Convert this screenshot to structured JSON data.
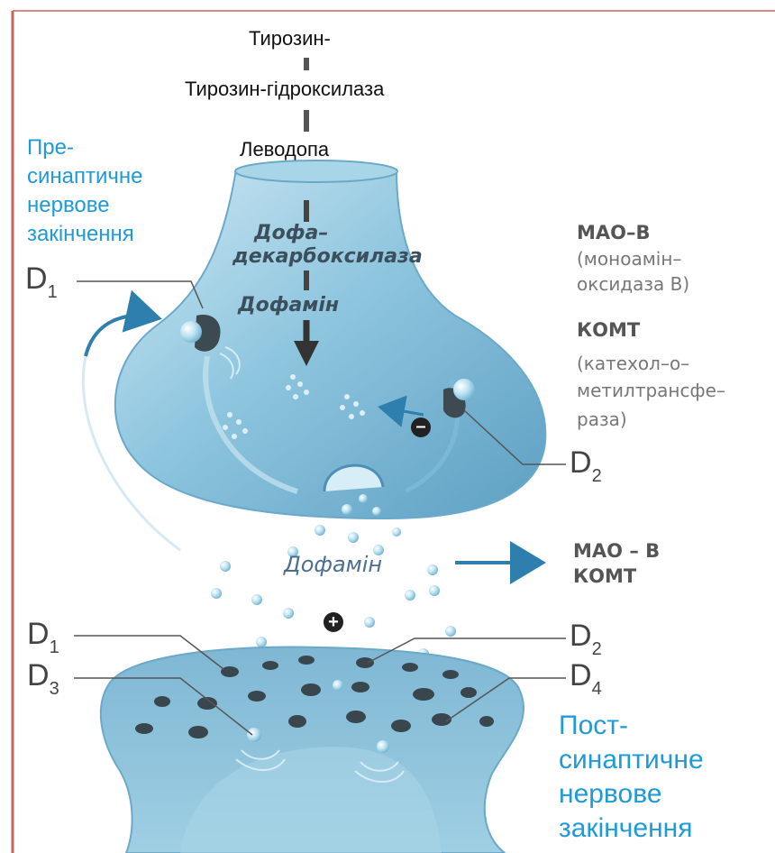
{
  "pathway": {
    "step1": "Тирозин-",
    "step2": "Тирозин-гідроксилаза",
    "step3": "Леводопа"
  },
  "presynaptic": {
    "line1": "Пре-",
    "line2": "синаптичне",
    "line3": "нервове",
    "line4": "закінчення"
  },
  "postsynaptic": {
    "line1": "Пост-",
    "line2": "синаптичне",
    "line3": "нервове",
    "line4": "закінчення"
  },
  "inside": {
    "enzyme_line1": "Дофа–",
    "enzyme_line2": "декарбоксилаза",
    "product": "Дофамін"
  },
  "enzymes": {
    "mao_title": "МАО–В",
    "mao_desc1": "(моноамін–",
    "mao_desc2": "оксидаза В)",
    "comt_title": "КОМТ",
    "comt_desc1": "(катехол–о–",
    "comt_desc2": "метилтрансфе–",
    "comt_desc3": "раза)"
  },
  "cleft": {
    "label": "Дофамін",
    "target_line1": "МАО – В",
    "target_line2": "КОМТ"
  },
  "receptors": {
    "d1": "D",
    "d1_sub": "1",
    "d2": "D",
    "d2_sub": "2",
    "d3": "D",
    "d3_sub": "3",
    "d4": "D",
    "d4_sub": "4"
  },
  "signs": {
    "minus": "–",
    "plus": "+"
  },
  "colors": {
    "terminal": "#8fc6df",
    "terminal_dark": "#5fa3c6",
    "label_blue": "#1f9ad8",
    "frame": "#c9645f"
  }
}
